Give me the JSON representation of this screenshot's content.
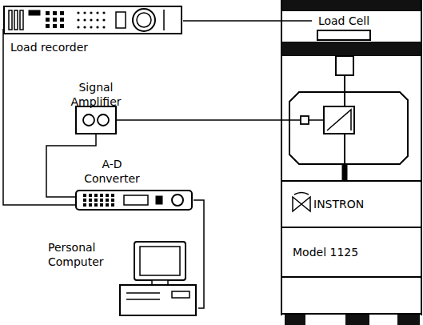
{
  "diagram": {
    "nodes": [
      {
        "text": [
          "Load recorder"
        ]
      },
      {
        "text": [
          "Load Cell"
        ]
      },
      {
        "text": [
          "Signal Amplifier"
        ]
      },
      {
        "text": [
          "A-D Converter"
        ]
      },
      {
        "text": [
          "INSTRON"
        ]
      },
      {
        "text": [
          "Model 1125"
        ]
      },
      {
        "text": [
          "Personal Computer"
        ]
      }
    ],
    "edges": [
      {
        "from": 0,
        "to": 1,
        "arrow": "none"
      },
      {
        "from": 0,
        "to": 3,
        "arrow": "none"
      },
      {
        "from": 2,
        "to": 3,
        "arrow": "none"
      },
      {
        "from": 3,
        "to": 6,
        "arrow": "none"
      }
    ]
  }
}
